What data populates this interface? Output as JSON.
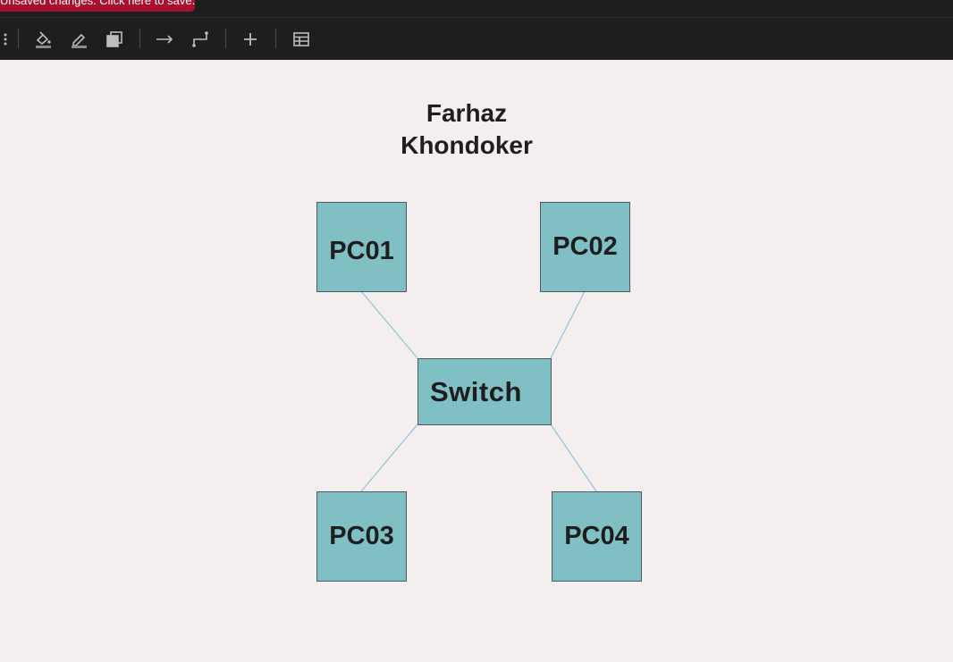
{
  "notification": {
    "text": "Unsaved changes. Click here to save."
  },
  "toolbar": {
    "tools": [
      "menu-icon",
      "fill-icon",
      "pen-icon",
      "duplicate-icon",
      "arrow-right-icon",
      "connector-icon",
      "plus-icon",
      "table-icon"
    ]
  },
  "diagram": {
    "title": "Farhaz\nKhondoker",
    "nodes": {
      "pc01": "PC01",
      "pc02": "PC02",
      "switch": "Switch",
      "pc03": "PC03",
      "pc04": "PC04"
    },
    "fill_color": "#80bfc4",
    "line_color": "#8ec3dc"
  }
}
